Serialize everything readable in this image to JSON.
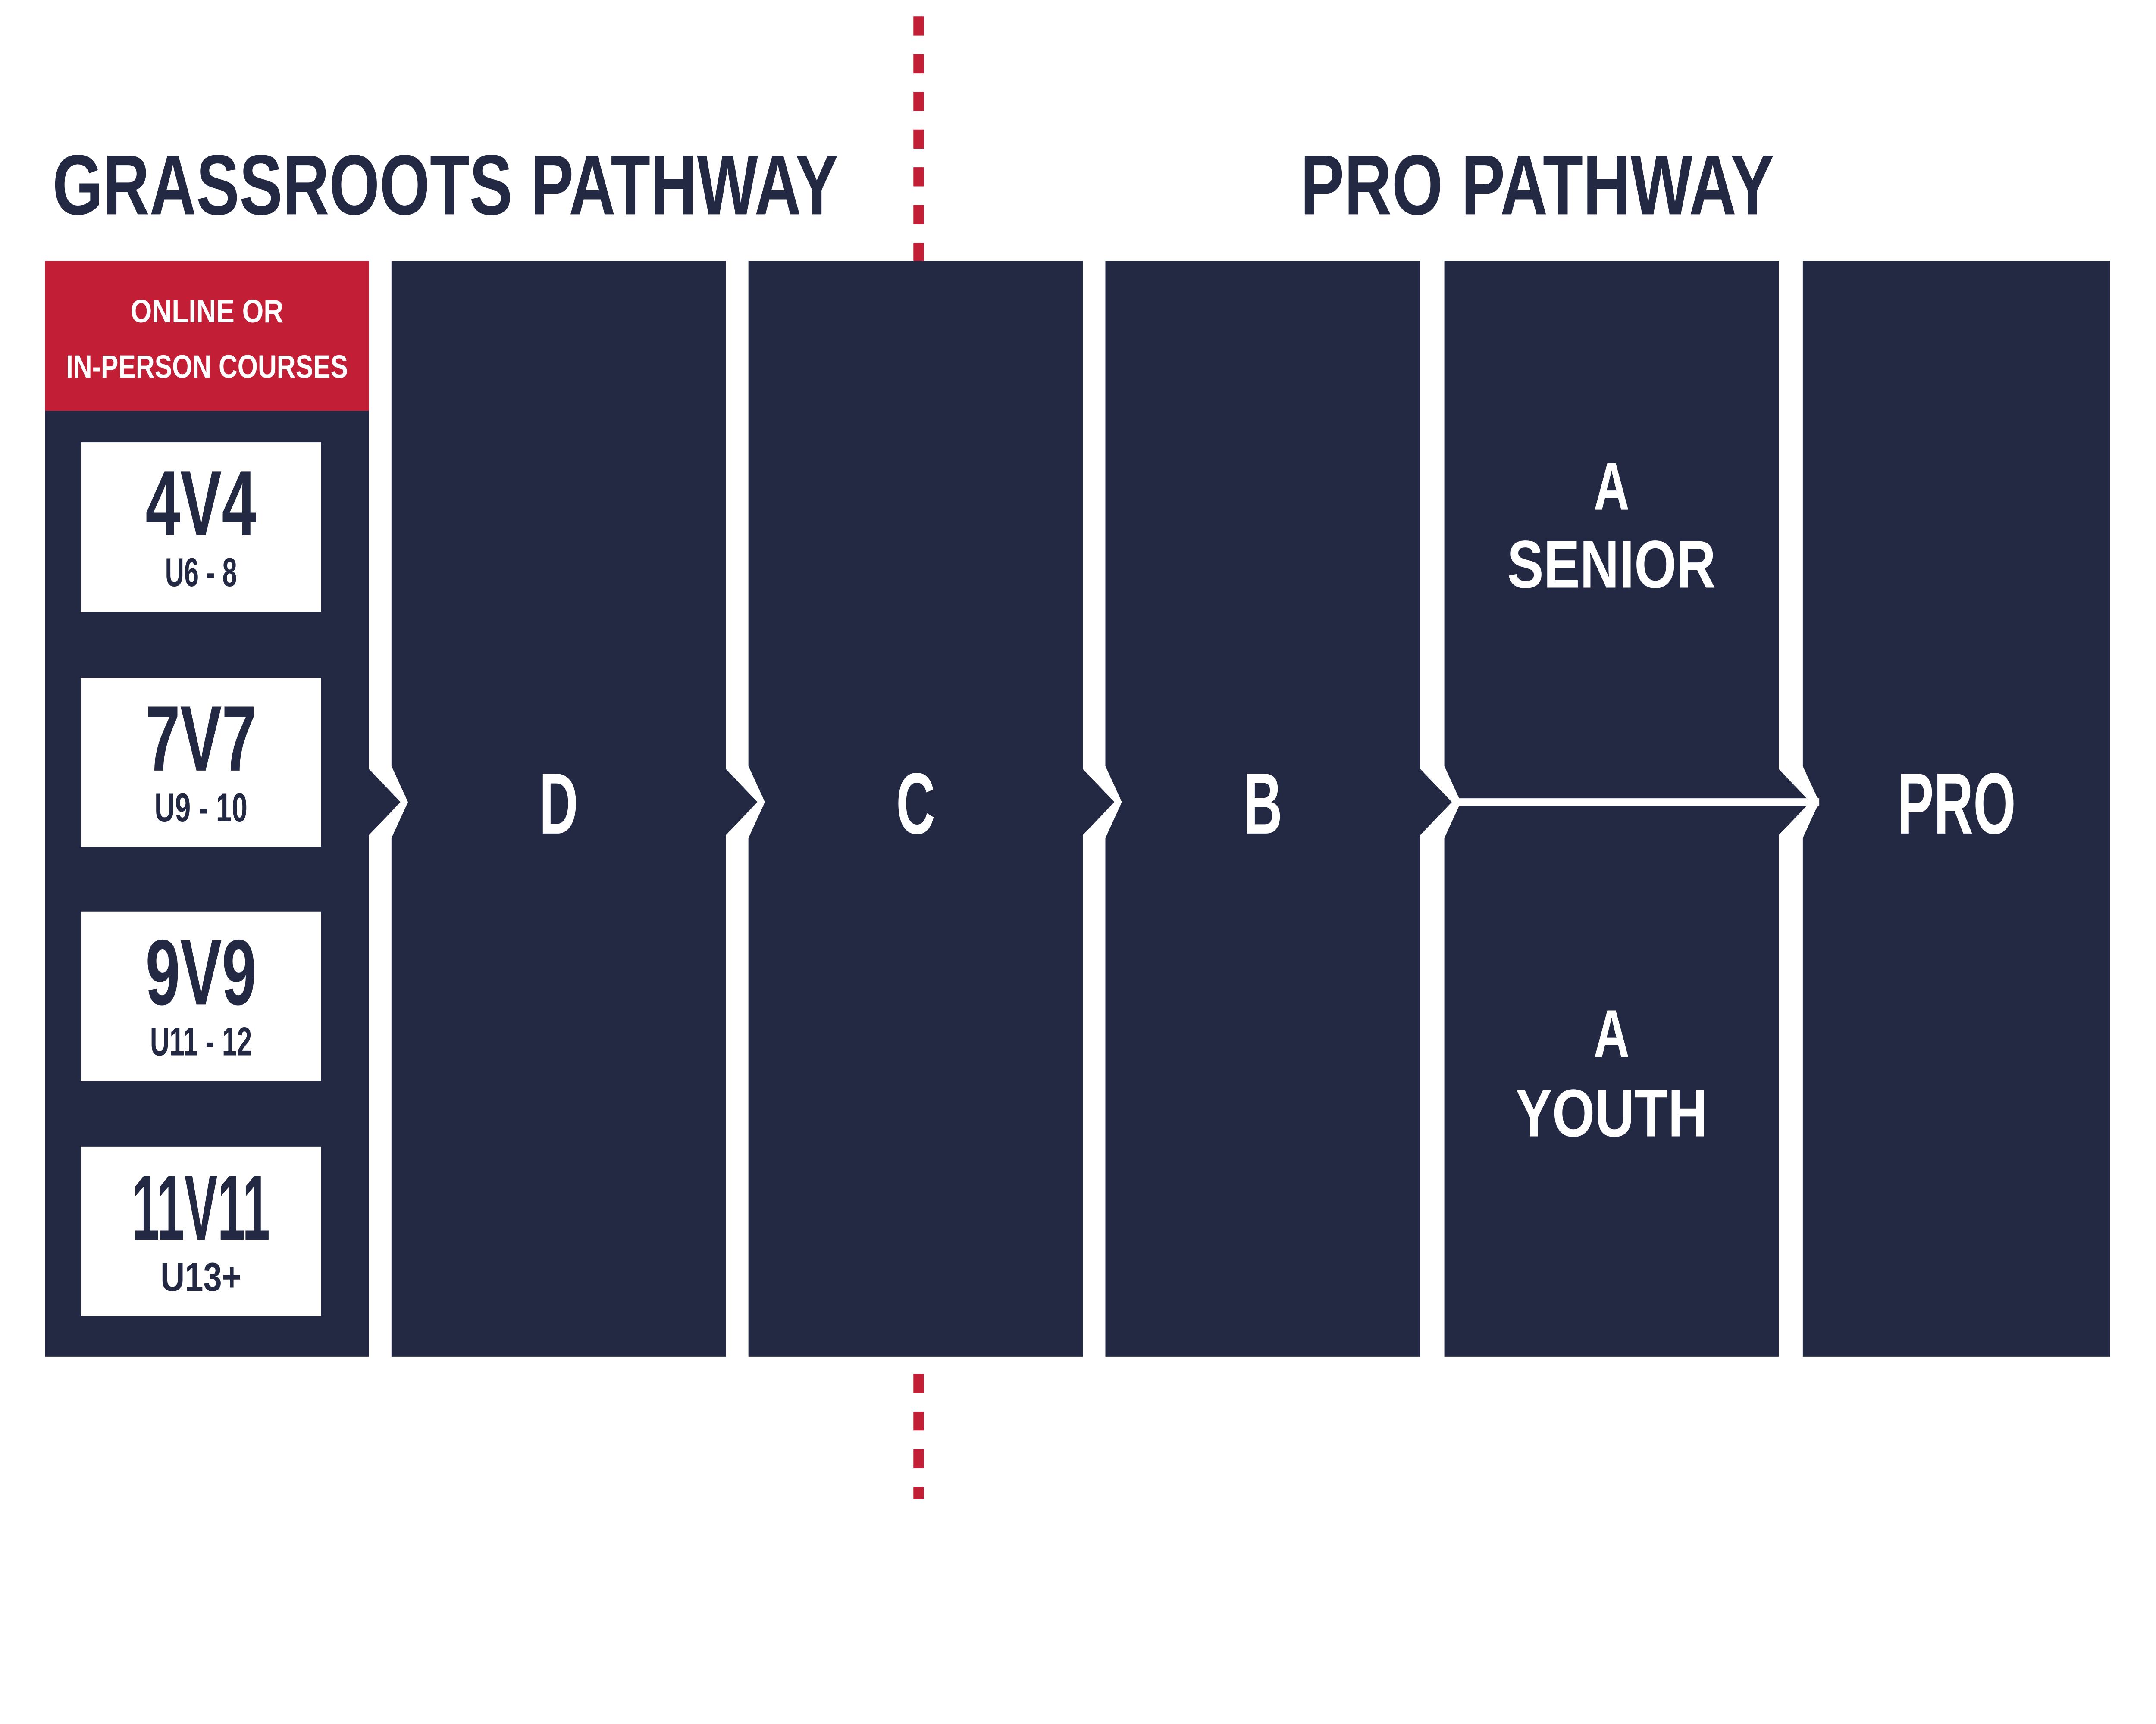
{
  "title_headers": {
    "grassroots": "GRASSROOTS PATHWAY",
    "pro": "PRO PATHWAY"
  },
  "colors": {
    "navy": "#232943",
    "red": "#C21E36",
    "white": "#FFFFFF"
  },
  "grassroots_column": {
    "courses_banner": {
      "line1": "ONLINE OR",
      "line2": "IN-PERSON COURSES"
    },
    "levels": [
      {
        "format": "4V4",
        "ages": "U6 - 8"
      },
      {
        "format": "7V7",
        "ages": "U9 - 10"
      },
      {
        "format": "9V9",
        "ages": "U11 - 12"
      },
      {
        "format": "11V11",
        "ages": "U13+"
      }
    ]
  },
  "license_levels": {
    "d": "D",
    "c": "C",
    "b": "B",
    "a_senior": {
      "line1": "A",
      "line2": "SENIOR"
    },
    "a_youth": {
      "line1": "A",
      "line2": "YOUTH"
    },
    "pro": "PRO"
  }
}
